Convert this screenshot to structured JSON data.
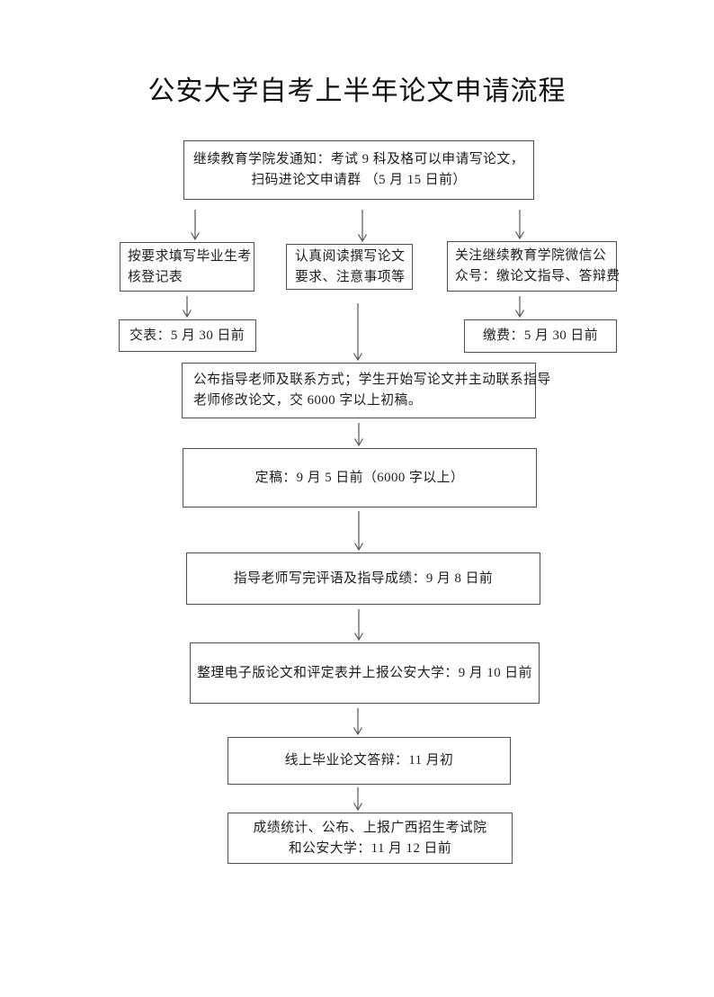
{
  "page": {
    "title": "公安大学自考上半年论文申请流程"
  },
  "flowchart": {
    "type": "flowchart",
    "colors": {
      "background": "#ffffff",
      "border": "#4d4d4d",
      "text": "#1c1c1c",
      "arrow": "#555555"
    },
    "nodes": [
      {
        "id": "notice",
        "lines": [
          "继续教育学院发通知：考试 9 科及格可以申请写论文，",
          "扫码进论文申请群 （5 月 15 日前）"
        ]
      },
      {
        "id": "fill-form",
        "lines": [
          "按要求填写毕业生考",
          "核登记表"
        ]
      },
      {
        "id": "read-requirements",
        "lines": [
          "认真阅读撰写论文",
          "要求、注意事项等"
        ]
      },
      {
        "id": "follow-wechat",
        "lines": [
          "关注继续教育学院微信公",
          "众号：缴论文指导、答辩费"
        ]
      },
      {
        "id": "submit-form",
        "lines": [
          "交表：5 月 30 日前"
        ]
      },
      {
        "id": "pay-fee",
        "lines": [
          "缴费：5 月 30 日前"
        ]
      },
      {
        "id": "assign-teacher",
        "lines": [
          "公布指导老师及联系方式；学生开始写论文并主动联系指导",
          "老师修改论文，交 6000 字以上初稿。"
        ]
      },
      {
        "id": "final-draft",
        "lines": [
          "定稿：9 月 5 日前（6000 字以上）"
        ]
      },
      {
        "id": "teacher-comments",
        "lines": [
          "指导老师写完评语及指导成绩：9 月 8 日前"
        ]
      },
      {
        "id": "report-to-university",
        "lines": [
          "整理电子版论文和评定表并上报公安大学：9 月 10 日前"
        ]
      },
      {
        "id": "online-defense",
        "lines": [
          "线上毕业论文答辩：11 月初"
        ]
      },
      {
        "id": "report-results",
        "lines": [
          "成绩统计、公布、上报广西招生考试院",
          "和公安大学：11 月 12 日前"
        ]
      }
    ],
    "edges": [
      {
        "from": "notice",
        "to": "fill-form"
      },
      {
        "from": "notice",
        "to": "read-requirements"
      },
      {
        "from": "notice",
        "to": "follow-wechat"
      },
      {
        "from": "fill-form",
        "to": "submit-form"
      },
      {
        "from": "read-requirements",
        "to": "assign-teacher"
      },
      {
        "from": "follow-wechat",
        "to": "pay-fee"
      },
      {
        "from": "assign-teacher",
        "to": "final-draft"
      },
      {
        "from": "final-draft",
        "to": "teacher-comments"
      },
      {
        "from": "teacher-comments",
        "to": "report-to-university"
      },
      {
        "from": "report-to-university",
        "to": "online-defense"
      },
      {
        "from": "online-defense",
        "to": "report-results"
      }
    ]
  }
}
